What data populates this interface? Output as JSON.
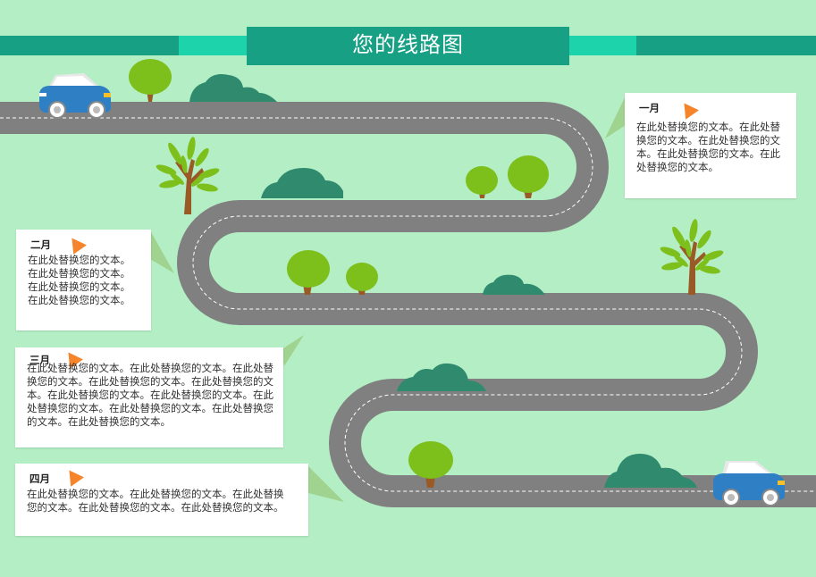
{
  "title": "您的线路图",
  "colors": {
    "background": "#b3eec4",
    "banner_dark": "#18a085",
    "banner_light": "#1dd3ac",
    "road": "#808080",
    "road_dash": "#ffffff",
    "bush": "#2f8a6e",
    "tree": "#7dbf1b",
    "trunk": "#9a5a25",
    "car": "#2e7fc3",
    "flag": "#f5842a"
  },
  "milestones": [
    {
      "month": "一月",
      "text": "在此处替换您的文本。在此处替换您的文本。在此处替换您的文本。在此处替换您的文本。在此处替换您的文本。"
    },
    {
      "month": "二月",
      "text": "在此处替换您的文本。在此处替换您的文本。在此处替换您的文本。在此处替换您的文本。"
    },
    {
      "month": "三月",
      "text": "在此处替换您的文本。在此处替换您的文本。在此处替换您的文本。在此处替换您的文本。在此处替换您的文本。在此处替换您的文本。在此处替换您的文本。在此处替换您的文本。在此处替换您的文本。在此处替换您的文本。在此处替换您的文本。"
    },
    {
      "month": "四月",
      "text": "在此处替换您的文本。在此处替换您的文本。在此处替换您的文本。在此处替换您的文本。在此处替换您的文本。"
    }
  ]
}
